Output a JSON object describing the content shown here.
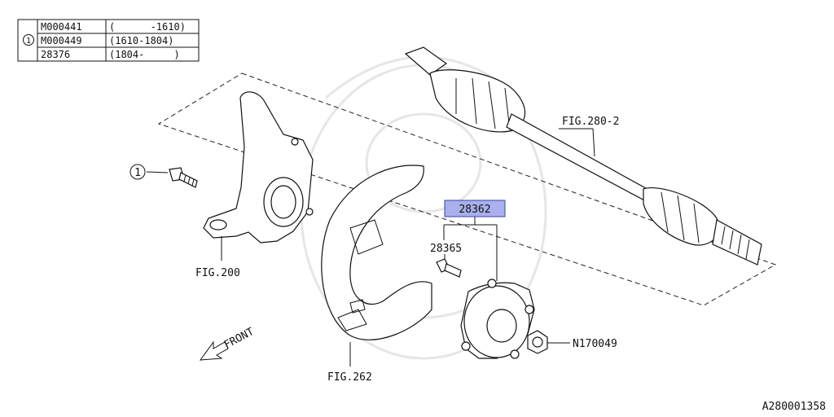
{
  "table": {
    "circle_ref": "1",
    "rows": [
      {
        "part": "M000441",
        "range": "(      -1610)"
      },
      {
        "part": "M000449",
        "range": "(1610-1804)"
      },
      {
        "part": "28376",
        "range": "(1804-     )"
      }
    ]
  },
  "labels": {
    "fig_280": "FIG.280-2",
    "fig_200": "FIG.200",
    "fig_262": "FIG.262",
    "part_28362": "28362",
    "part_28365": "28365",
    "part_n170049": "N170049",
    "bolt_callout": "1",
    "front": "FRONT"
  },
  "footer": {
    "code": "A280001358"
  },
  "colors": {
    "highlight": "#a9b0ec",
    "highlight_border": "#3b42a8",
    "line": "#111111"
  }
}
